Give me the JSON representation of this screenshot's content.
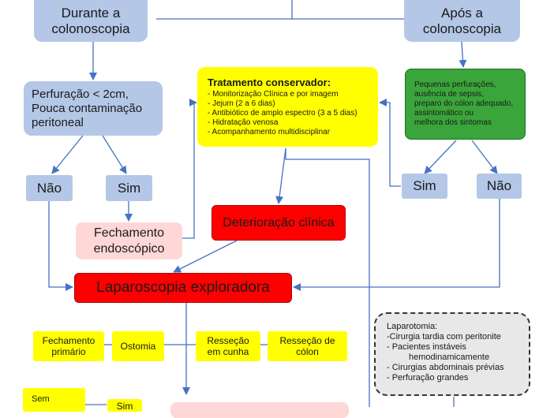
{
  "nodes": {
    "durante": "Durante a\ncolonoscopia",
    "apos": "Após a\ncolonoscopia",
    "perfuracao": "Perfuração < 2cm,\nPouca contaminação\nperitoneal",
    "nao_left": "Não",
    "sim_left": "Sim",
    "fechamento_endo": "Fechamento\nendoscópico",
    "tratamento_title": "Tratamento conservador:",
    "tratamento_items": [
      "- Monitorização Clínica e por imagem",
      "- Jejum (2 a 6 dias)",
      "- Antibiótico de amplo espectro (3 a 5 dias)",
      "- Hidratação venosa",
      "- Acompanhamento multidisciplinar"
    ],
    "pequenas": "Pequenas perfurações,\nausência de sepsis,\npreparo do cólon adequado,\nassintomático ou\nmelhora dos sintomas",
    "sim_right": "Sim",
    "nao_right": "Não",
    "deterioracao": "Deterioração clínica",
    "laparoscopia": "Laparoscopia exploradora",
    "fechamento_primario": "Fechamento\nprimário",
    "ostomia": "Ostomia",
    "ressecao_cunha": "Resseção\nem cunha",
    "ressecao_colon": "Resseção de\ncólon",
    "sem": "Sem",
    "sim_bottom": "Sim",
    "laparotomia_title": "Laparotomia:",
    "laparotomia_items": [
      "-Cirurgia tardia com peritonite",
      "- Pacientes instáveis",
      "hemodinamicamente",
      "- Cirurgias abdominais prévias",
      "- Perfuração grandes"
    ]
  },
  "colors": {
    "blue": "#b4c7e7",
    "yellow": "#ffff00",
    "red": "#ff0000",
    "pink": "#ffd7d7",
    "green": "#3aa53a",
    "gray": "#e8e8e8",
    "arrow": "#4472c4"
  }
}
